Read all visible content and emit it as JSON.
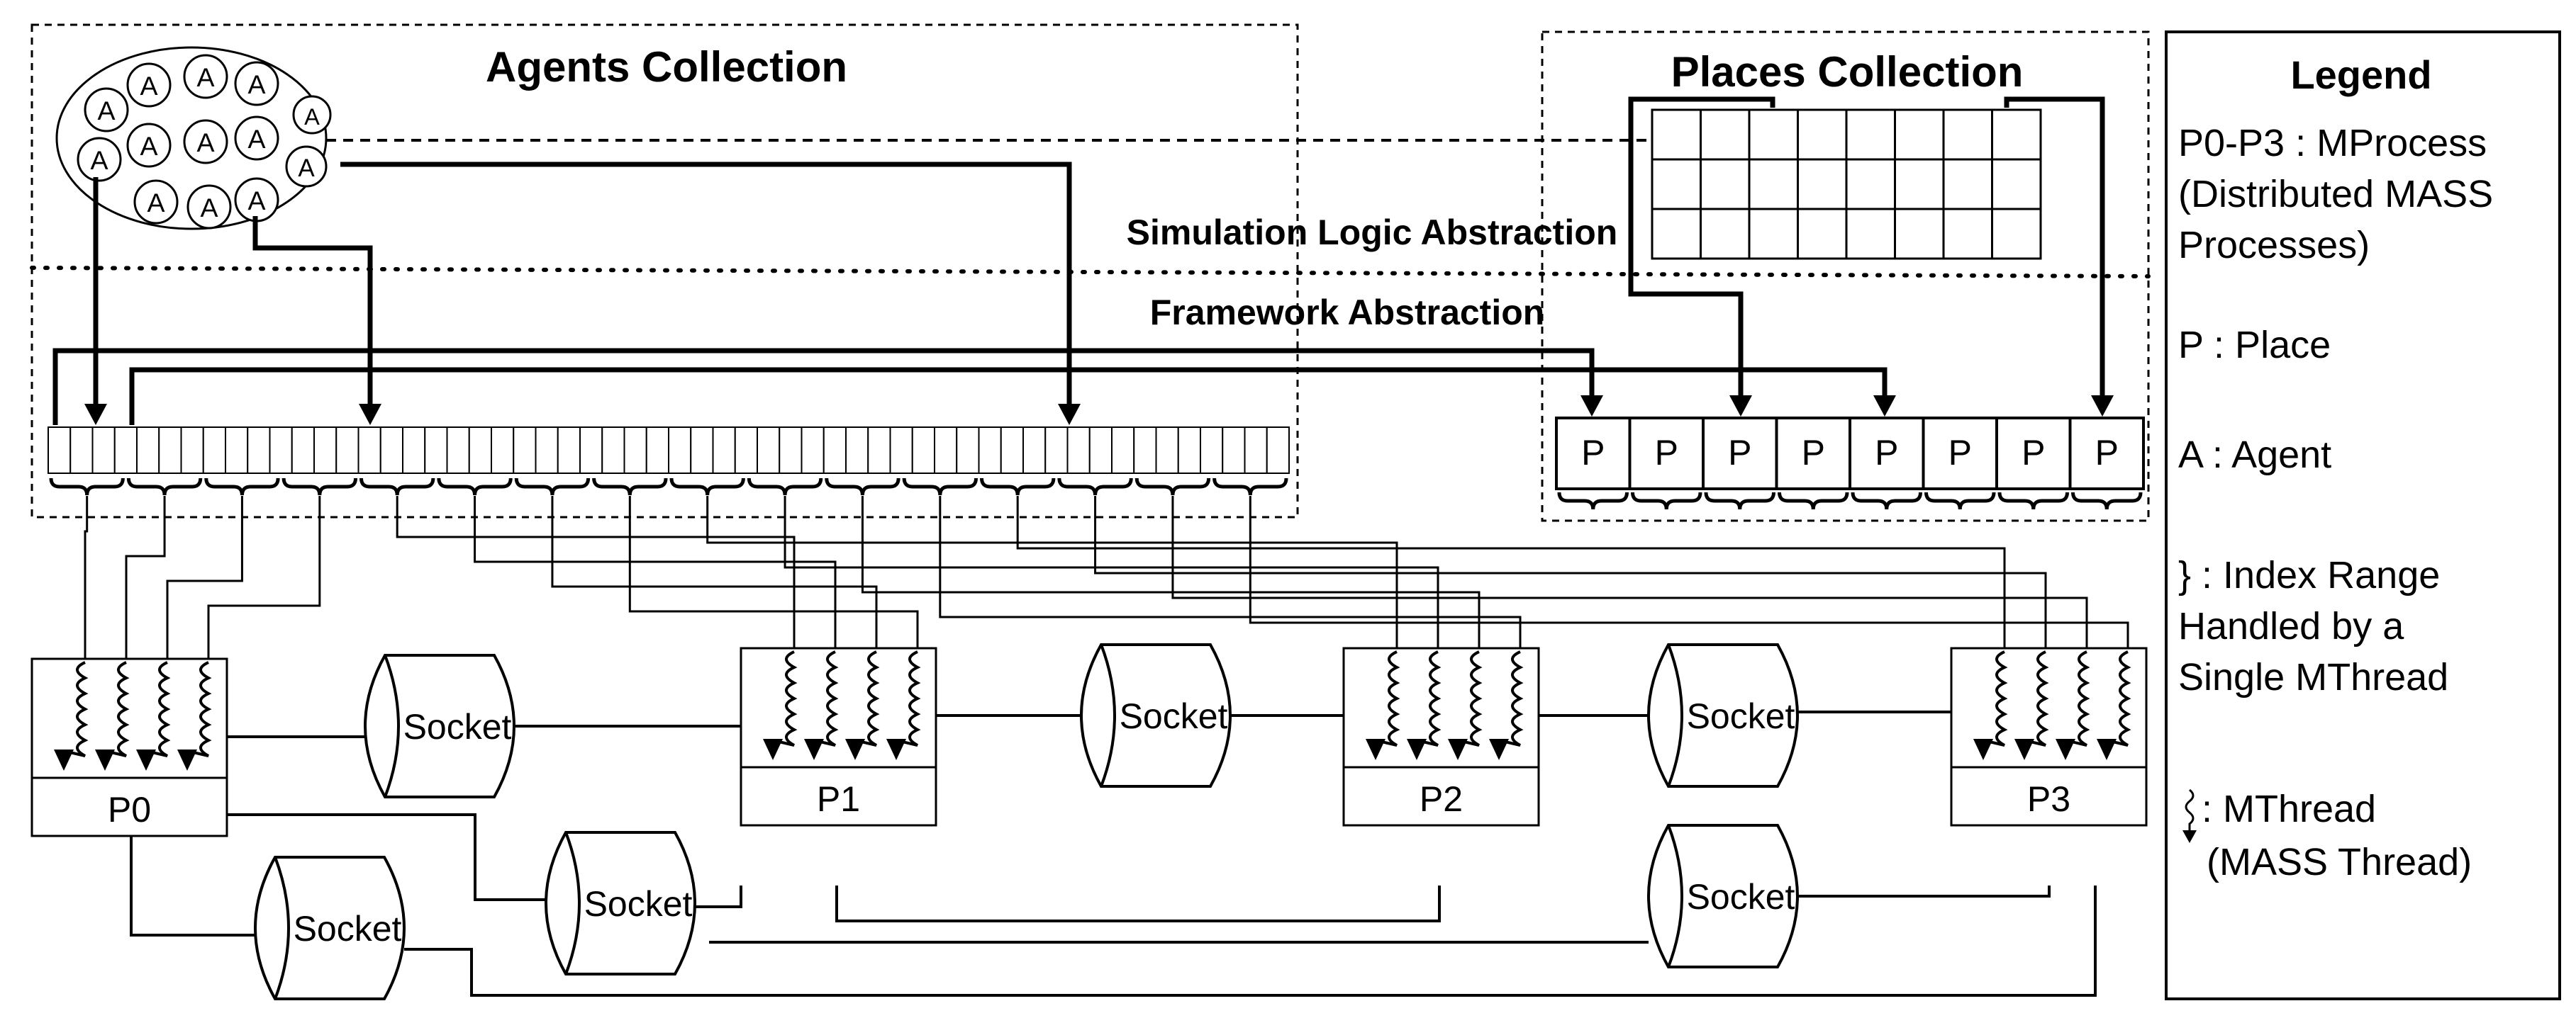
{
  "titles": {
    "agents_collection": "Agents Collection",
    "places_collection": "Places Collection",
    "simulation_logic": "Simulation Logic Abstraction",
    "framework": "Framework Abstraction"
  },
  "agent_label": "A",
  "place_label": "P",
  "socket_label": "Socket",
  "processes": [
    "P0",
    "P1",
    "P2",
    "P3"
  ],
  "legend": {
    "title": "Legend",
    "lines": [
      "P0-P3 : MProcess",
      "(Distributed MASS",
      "Processes)",
      "P : Place",
      "A : Agent",
      "} : Index Range",
      "Handled by a",
      "Single MThread",
      ": MThread",
      "(MASS Thread)"
    ]
  },
  "colors": {
    "stroke": "#000000",
    "background": "#ffffff"
  }
}
